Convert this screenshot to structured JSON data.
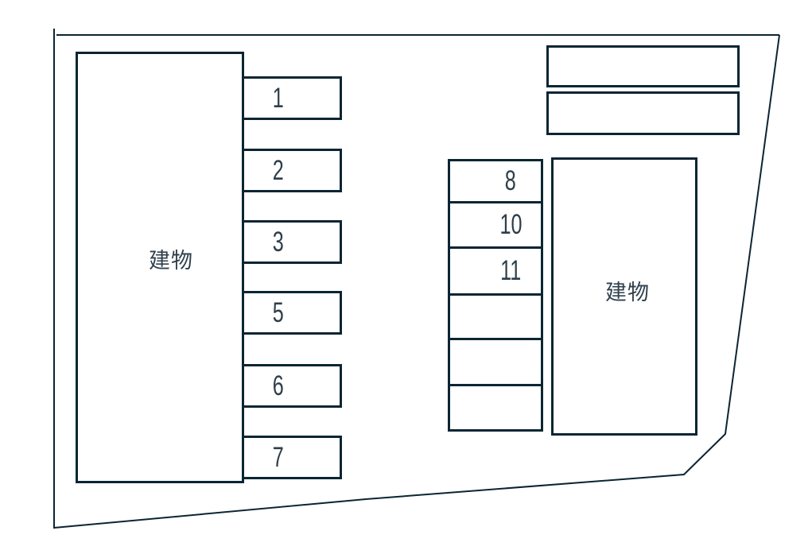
{
  "colors": {
    "ink": "#0b2533",
    "text": "#31414d",
    "background": "#ffffff"
  },
  "buildings": {
    "left": {
      "label": "建物"
    },
    "right": {
      "label": "建物"
    }
  },
  "parking": {
    "left_column": [
      {
        "label": "1"
      },
      {
        "label": "2"
      },
      {
        "label": "3"
      },
      {
        "label": "5"
      },
      {
        "label": "6"
      },
      {
        "label": "7"
      }
    ],
    "middle_column": [
      {
        "label": "8"
      },
      {
        "label": "10"
      },
      {
        "label": "11"
      },
      {
        "label": ""
      },
      {
        "label": ""
      },
      {
        "label": ""
      }
    ],
    "top_right_spaces": [
      {
        "label": ""
      },
      {
        "label": ""
      }
    ]
  }
}
